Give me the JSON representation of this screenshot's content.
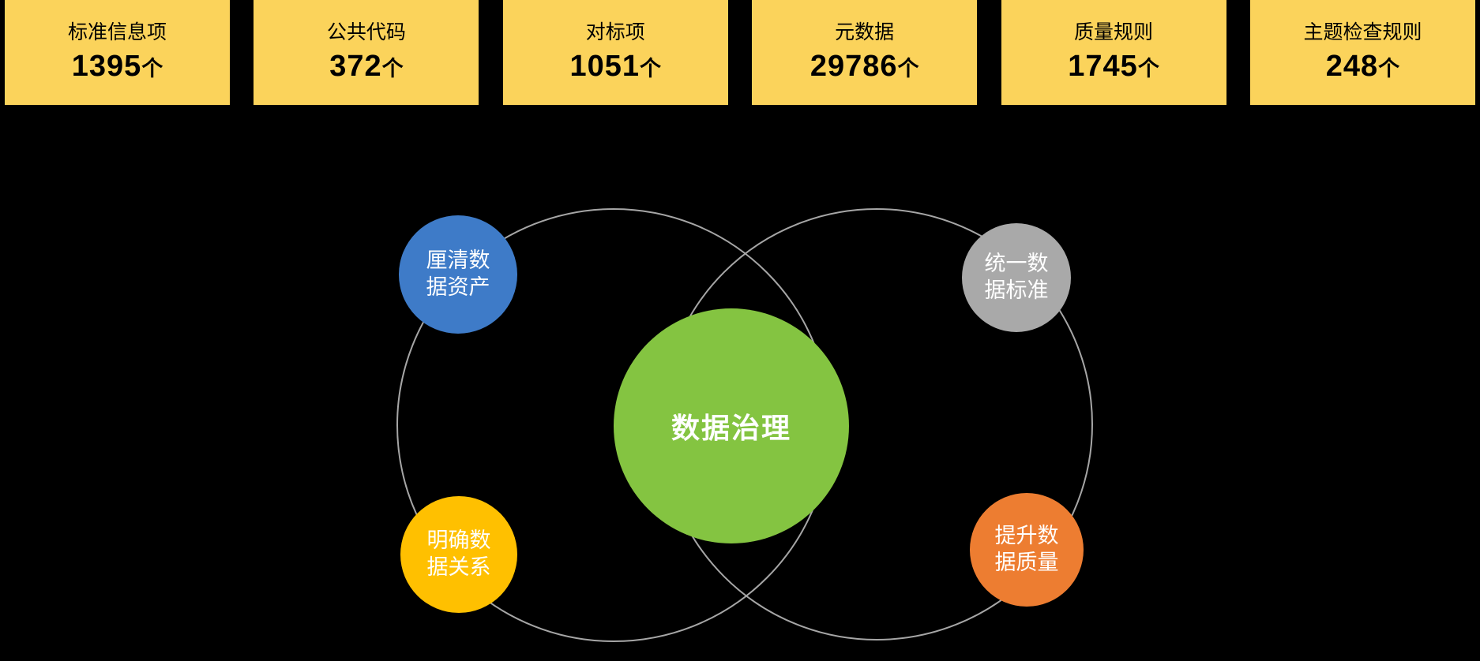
{
  "stats": [
    {
      "label": "标准信息项",
      "value": "1395",
      "unit": "个"
    },
    {
      "label": "公共代码",
      "value": "372",
      "unit": "个"
    },
    {
      "label": "对标项",
      "value": "1051",
      "unit": "个"
    },
    {
      "label": "元数据",
      "value": "29786",
      "unit": "个"
    },
    {
      "label": "质量规则",
      "value": "1745",
      "unit": "个"
    },
    {
      "label": "主题检查规则",
      "value": "248",
      "unit": "个"
    }
  ],
  "venn": {
    "center": {
      "label": "数据治理",
      "color": "#84C441"
    },
    "nodes": [
      {
        "label": "厘清数据资产",
        "color": "#3E7BC8",
        "position": "top-left"
      },
      {
        "label": "统一数据标准",
        "color": "#A9A9A9",
        "position": "top-right"
      },
      {
        "label": "明确数据关系",
        "color": "#FFC000",
        "position": "bottom-left"
      },
      {
        "label": "提升数据质量",
        "color": "#ED7D31",
        "position": "bottom-right"
      }
    ],
    "outline_color": "#A6A6A6"
  },
  "colors": {
    "background": "#000000",
    "stat_box_background": "#FBD35B",
    "stat_box_text": "#000000",
    "node_text": "#FFFFFF"
  }
}
